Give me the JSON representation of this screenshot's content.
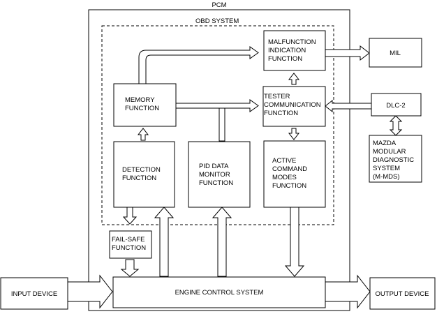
{
  "pcm": {
    "title": "PCM"
  },
  "obd": {
    "title": "OBD SYSTEM"
  },
  "blocks": {
    "malfunction": [
      "MALFUNCTION",
      "INDICATION",
      "FUNCTION"
    ],
    "memory": [
      "MEMORY",
      "FUNCTION"
    ],
    "tester": [
      "TESTER",
      "COMMUNICATION",
      "FUNCTION"
    ],
    "detection": [
      "DETECTION",
      "FUNCTION"
    ],
    "pid": [
      "PID DATA",
      "MONITOR",
      "FUNCTION"
    ],
    "active": [
      "ACTIVE",
      "COMMAND",
      "MODES",
      "FUNCTION"
    ],
    "failsafe": [
      "FAIL-SAFE",
      "FUNCTION"
    ],
    "engine": [
      "ENGINE CONTROL SYSTEM"
    ],
    "mil": [
      "MIL"
    ],
    "dlc": [
      "DLC-2"
    ],
    "mmds": [
      "MAZDA",
      "MODULAR",
      "DIAGNOSTIC",
      "SYSTEM",
      "(M-MDS)"
    ],
    "input": [
      "INPUT DEVICE"
    ],
    "output": [
      "OUTPUT DEVICE"
    ]
  }
}
